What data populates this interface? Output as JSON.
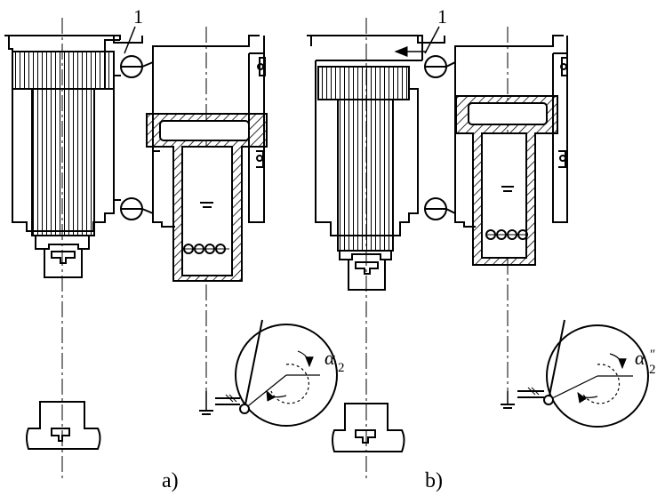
{
  "figure": {
    "panel_a": {
      "caption": "a)",
      "part_label": "1",
      "angle_symbol": "α",
      "angle_subscript": "2"
    },
    "panel_b": {
      "caption": "b)",
      "part_label": "1",
      "angle_symbol": "α",
      "angle_subscript": "2",
      "angle_prime": "″"
    }
  }
}
